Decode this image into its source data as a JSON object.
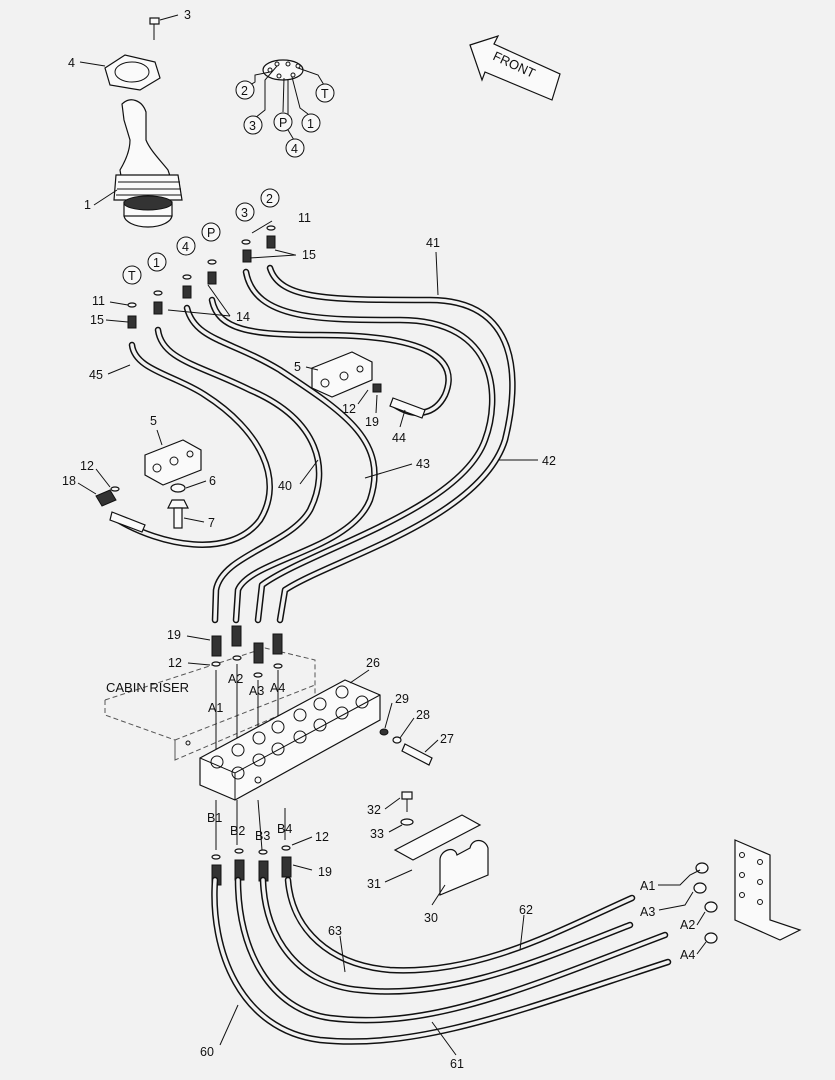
{
  "direction_label": "FRONT",
  "cabin_label": "CABIN RISER",
  "port_circles": {
    "top_diagram": [
      "2",
      "3",
      "P",
      "1",
      "4",
      "T"
    ],
    "fittings": [
      "3",
      "2",
      "4",
      "P",
      "T",
      "1"
    ]
  },
  "port_labels": {
    "valve_top": [
      "A1",
      "A2",
      "A3",
      "A4"
    ],
    "valve_bottom": [
      "B1",
      "B2",
      "B3",
      "B4"
    ],
    "bracket": [
      "A1",
      "A3",
      "A2",
      "A4"
    ]
  },
  "part_numbers": {
    "p3": "3",
    "p4": "4",
    "p1": "1",
    "p11a": "11",
    "p15a": "15",
    "p41": "41",
    "p11b": "11",
    "p15b": "15",
    "p14": "14",
    "p45": "45",
    "p5a": "5",
    "p12a": "12",
    "p19a": "19",
    "p44": "44",
    "p5b": "5",
    "p12b": "12",
    "p18": "18",
    "p6": "6",
    "p7": "7",
    "p40": "40",
    "p43": "43",
    "p42": "42",
    "p19b": "19",
    "p12c": "12",
    "p26": "26",
    "p29": "29",
    "p28": "28",
    "p27": "27",
    "p32": "32",
    "p33": "33",
    "p12d": "12",
    "p19c": "19",
    "p31": "31",
    "p30": "30",
    "p62": "62",
    "p63": "63",
    "p60": "60",
    "p61": "61"
  }
}
